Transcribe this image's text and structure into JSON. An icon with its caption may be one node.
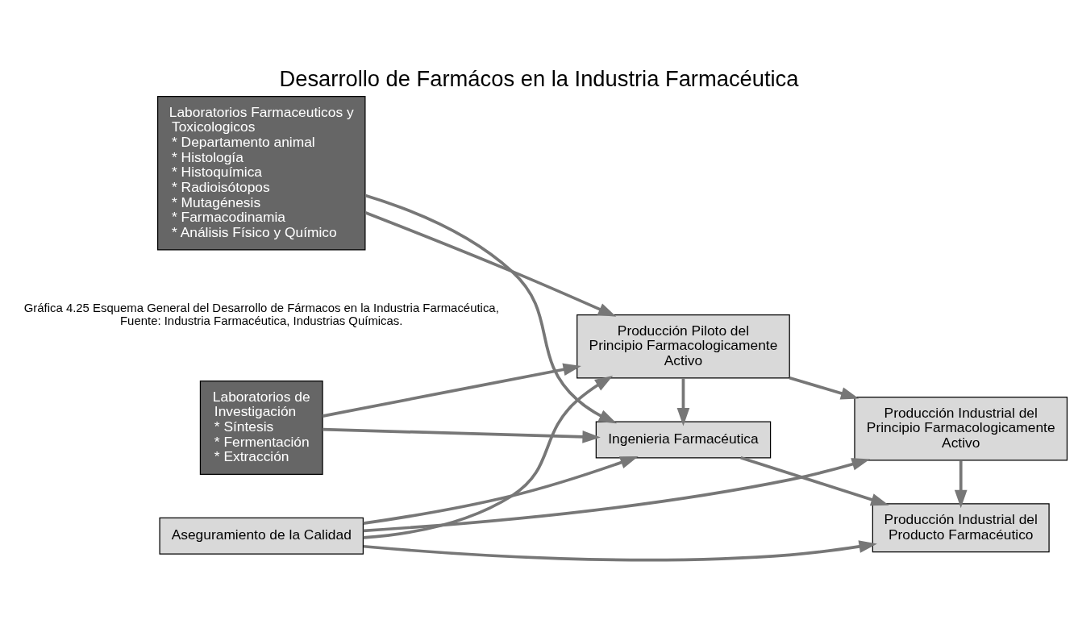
{
  "diagram": {
    "title": "Desarrollo de Farmácos en la Industria Farmacéutica",
    "caption": "Gráfica 4.25 Esquema General del Desarrollo de Fármacos en la Industria Farmacéutica, Fuente: Industria Farmacéutica, Industrias Químicas.",
    "nodes": [
      {
        "text": [
          "Laboratorios de Investigación",
          "* Síntesis",
          "* Fermentación",
          "* Extracción"
        ]
      },
      {
        "text": [
          "Laboratorios Farmaceuticos y Toxicologicos",
          "* Departamento animal",
          "* Histología",
          "* Histoquímica",
          "* Radioisótopos",
          "* Mutagénesis",
          "* Farmacodinamia",
          "* Análisis Físico y Químico"
        ]
      },
      {
        "text": [
          "Producción Piloto del Principio Farmacologicamente Activo"
        ]
      },
      {
        "text": [
          "Producción Industrial del Principio Farmacologicamente Activo"
        ]
      },
      {
        "text": [
          "Aseguramiento de la Calidad"
        ]
      },
      {
        "text": [
          "Ingenieria Farmacéutica"
        ]
      },
      {
        "text": [
          "Producción Industrial del Producto Farmacéutico"
        ]
      }
    ],
    "edges": [
      {
        "from": 0,
        "to": 2,
        "arrow": "to"
      },
      {
        "from": 0,
        "to": 5,
        "arrow": "to"
      },
      {
        "from": 1,
        "to": 2,
        "arrow": "to"
      },
      {
        "from": 1,
        "to": 5,
        "arrow": "to"
      },
      {
        "from": 2,
        "to": 3,
        "arrow": "to"
      },
      {
        "from": 2,
        "to": 5,
        "arrow": "to"
      },
      {
        "from": 4,
        "to": 2,
        "arrow": "to"
      },
      {
        "from": 4,
        "to": 3,
        "arrow": "to"
      },
      {
        "from": 4,
        "to": 5,
        "arrow": "to"
      },
      {
        "from": 4,
        "to": 6,
        "arrow": "to"
      },
      {
        "from": 3,
        "to": 6,
        "arrow": "to"
      },
      {
        "from": 5,
        "to": 6,
        "arrow": "to"
      }
    ]
  }
}
